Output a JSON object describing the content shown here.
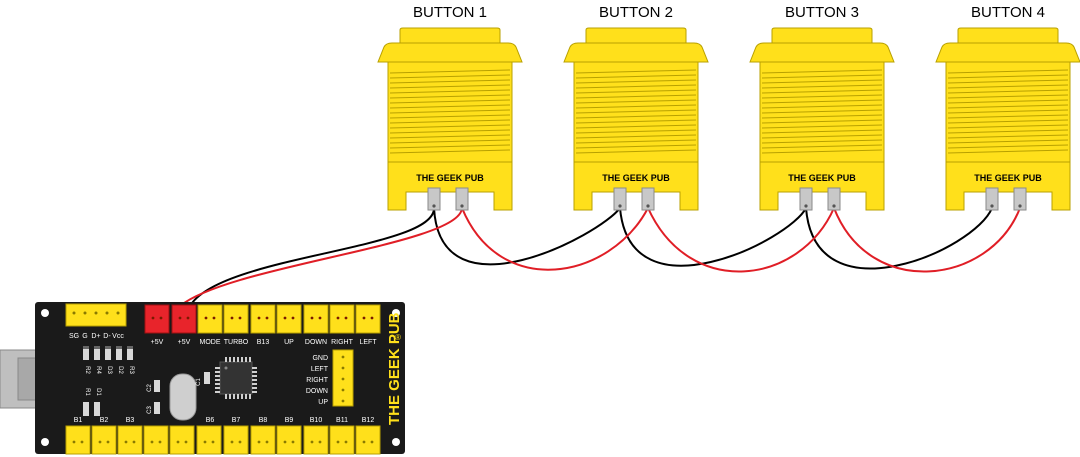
{
  "buttons": [
    {
      "title": "BUTTON 1",
      "brand": "THE GEEK PUB"
    },
    {
      "title": "BUTTON 2",
      "brand": "THE GEEK PUB"
    },
    {
      "title": "BUTTON 3",
      "brand": "THE GEEK PUB"
    },
    {
      "title": "BUTTON 4",
      "brand": "THE GEEK PUB"
    }
  ],
  "board": {
    "brand": "THE GEEK PUB",
    "registered_mark": "®",
    "top_header_pins": [
      "SG",
      "G",
      "D+",
      "D-",
      "Vcc"
    ],
    "top_connector_labels": [
      "+5V",
      "+5V",
      "MODE",
      "TURBO",
      "B13",
      "UP",
      "DOWN",
      "RIGHT",
      "LEFT"
    ],
    "bottom_connector_labels": [
      "B1",
      "B2",
      "B3",
      "B6",
      "B7",
      "B8",
      "B9",
      "B10",
      "B11",
      "B12"
    ],
    "joystick_pins": [
      "GND",
      "LEFT",
      "RIGHT",
      "DOWN",
      "UP"
    ],
    "resistor_labels": [
      "R2",
      "R4",
      "D3",
      "D2",
      "R3"
    ],
    "small_parts": [
      "R1",
      "D1",
      "C2",
      "C3",
      "C1"
    ]
  },
  "colors": {
    "button_yellow": "#ffe01b",
    "button_outline": "#b8a000",
    "board_black": "#1a1a1a",
    "connector_yellow": "#ffe01b",
    "power_red": "#e8242b",
    "wire_black": "#000000",
    "wire_red": "#e01e26",
    "usb_gray": "#bfbfbf",
    "pin_gray": "#c8c8c8"
  }
}
